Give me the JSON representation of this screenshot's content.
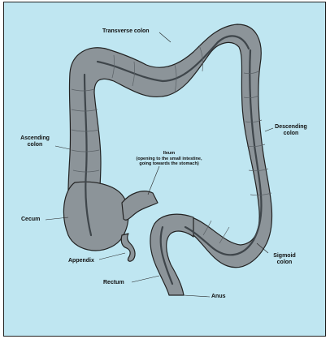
{
  "labels": {
    "transverse": "Transverse colon",
    "descending_1": "Descending",
    "descending_2": "colon",
    "ascending_1": "Ascending",
    "ascending_2": "colon",
    "ileum_1": "Ileum",
    "ileum_2": "(opening to the small intestine,",
    "ileum_3": "going towards the stomach)",
    "cecum": "Cecum",
    "appendix": "Appendix",
    "sigmoid_1": "Sigmoid",
    "sigmoid_2": "colon",
    "rectum": "Rectum",
    "anus": "Anus"
  },
  "colors": {
    "background": "#bfe6f1",
    "colon_fill": "#8c9499",
    "colon_dark": "#3f464b",
    "outline": "#222222"
  }
}
